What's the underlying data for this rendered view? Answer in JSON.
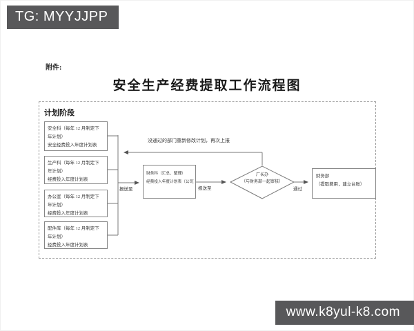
{
  "overlays": {
    "top_left_badge": "TG: MYYJJPP",
    "bottom_right_badge": "www.k8yul-k8.com"
  },
  "document": {
    "attachment_label": "附件:",
    "title": "安全生产经费提取工作流程图",
    "stage_label": "计划阶段"
  },
  "flowchart": {
    "dept_boxes": [
      {
        "lines": [
          "安全科（每年 12 月制定下",
          "年计划）",
          "安全经费投入年度计划表"
        ]
      },
      {
        "lines": [
          "生产科（每年 12 月制定下",
          "年计划）",
          "经费投入年度计划表"
        ]
      },
      {
        "lines": [
          "办公室（每年 12 月制定下",
          "年计划）",
          "经费投入年度计划表"
        ]
      },
      {
        "lines": [
          "配件库（每年 12 月制定下",
          "年计划）",
          "经费投入年度计划表"
        ]
      }
    ],
    "finance_summary_box": {
      "lines": [
        "财务科（汇总、整理）",
        "经费投入年度计划表（公司）"
      ]
    },
    "decision_diamond": {
      "lines": [
        "厂长办",
        "（与财务部一起审核）"
      ]
    },
    "finance_result_box": {
      "lines": [
        "财务部",
        "（提取费用，建立台账）"
      ]
    },
    "labels": {
      "submit_to_1": "报送至",
      "submit_to_2": "报送至",
      "pass": "通过",
      "rejected_note": "没通过的部门重新修改计划，再次上报"
    }
  },
  "colors": {
    "badge_bg": "#58585a",
    "wire": "#7a7a7a"
  }
}
